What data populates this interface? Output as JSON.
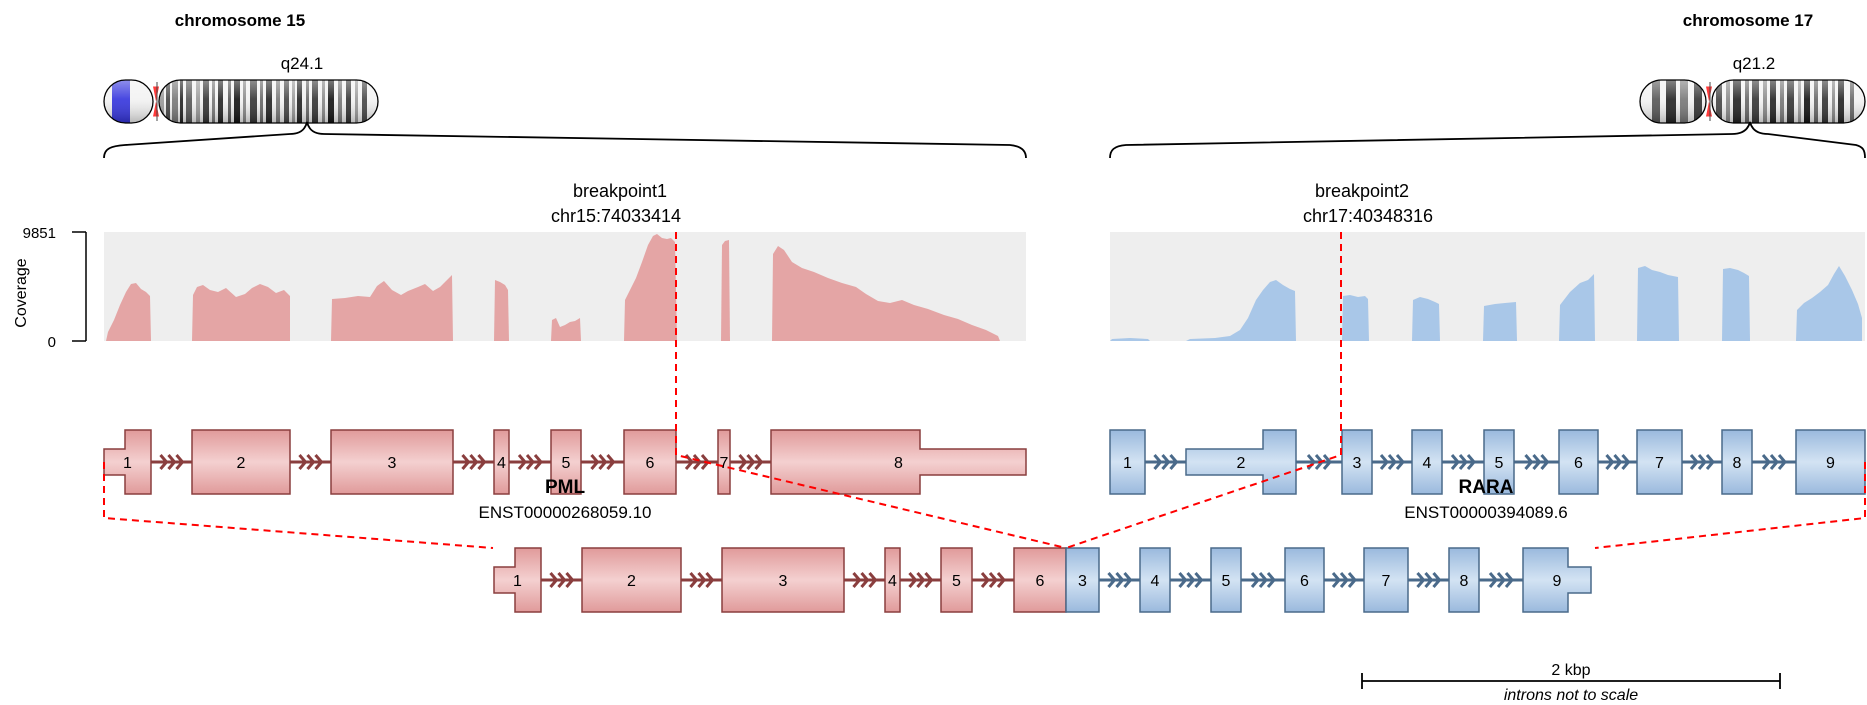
{
  "colors": {
    "gene1_fill": "#e4a5a5",
    "gene1_stroke": "#8a3e3e",
    "gene2_fill": "#a8c6e6",
    "gene2_stroke": "#4a6a8a",
    "coverage1": "#e4a5a5",
    "coverage2": "#a9c7e8",
    "coverage_bg": "#eeeeee",
    "breakpoint": "#ff0000",
    "centromere": "#ff3b3b",
    "p_arm_blue": "#3333dd"
  },
  "chromosome_left": {
    "name": "chromosome 15",
    "band": "q24.1"
  },
  "chromosome_right": {
    "name": "chromosome 17",
    "band": "q21.2"
  },
  "coverage": {
    "axis_label": "Coverage",
    "max": "9851",
    "min": "0"
  },
  "breakpoint1": {
    "label": "breakpoint1",
    "position": "chr15:74033414"
  },
  "breakpoint2": {
    "label": "breakpoint2",
    "position": "chr17:40348316"
  },
  "gene1": {
    "name": "PML",
    "transcript": "ENST00000268059.10",
    "exons": [
      "1",
      "2",
      "3",
      "4",
      "5",
      "6",
      "7",
      "8"
    ]
  },
  "gene2": {
    "name": "RARA",
    "transcript": "ENST00000394089.6",
    "exons": [
      "1",
      "2",
      "3",
      "4",
      "5",
      "6",
      "7",
      "8",
      "9"
    ]
  },
  "fusion": {
    "gene1_exons": [
      "1",
      "2",
      "3",
      "4",
      "5",
      "6"
    ],
    "gene2_exons": [
      "3",
      "4",
      "5",
      "6",
      "7",
      "8",
      "9"
    ]
  },
  "scale_bar": {
    "label": "2 kbp",
    "note": "introns not to scale"
  }
}
